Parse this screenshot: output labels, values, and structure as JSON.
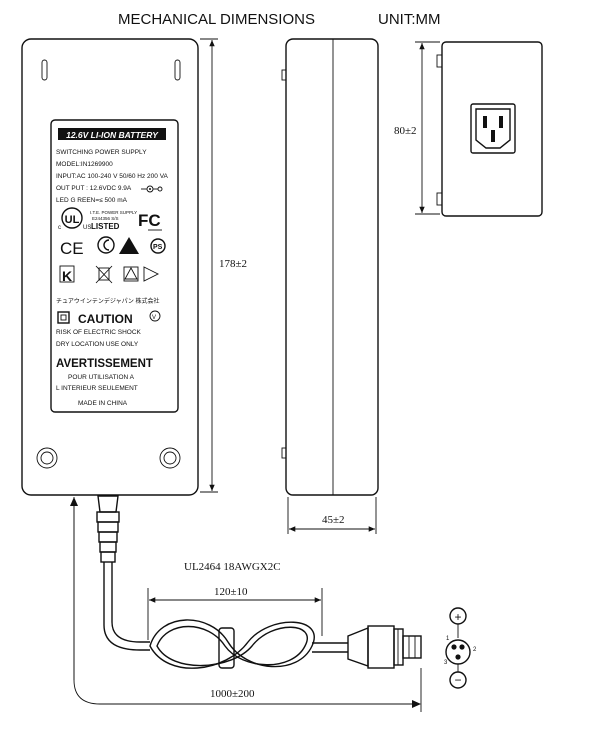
{
  "title": "MECHANICAL DIMENSIONS",
  "unit": "UNIT:MM",
  "label": {
    "banner": "12.6V LI-ION BATTERY",
    "line1": "SWITCHING  POWER SUPPLY",
    "line2": "MODEL:IN1269900",
    "line3": "INPUT:AC 100-240 V 50/60 Hz 200 VA",
    "line4": "OUT PUT : 12.6VDC 9.9A",
    "line5": "LED G REEN=≤ 500 mA",
    "ul_text": "LISTED",
    "it_text": "I.T.E. POWER SUPPLY",
    "it_text2": "E244356 S/S",
    "japanese": "チュアウインテンデジャパン  株式会社",
    "caution": "CAUTION",
    "caution1": "RISK OF ELECTRIC SHOCK",
    "caution2": "DRY LOCATION USE ONLY",
    "avert": "AVERTISSEMENT",
    "avert1": "POUR UTILISATION A",
    "avert2": "L INTERIEUR SEULEMENT",
    "made": "MADE IN CHINA"
  },
  "dimensions": {
    "length": "178±2",
    "thickness": "45±2",
    "width": "80±2",
    "cable_spec": "UL2464 18AWGX2C",
    "segment": "120±10",
    "cable_length": "1000±200"
  },
  "connector": {
    "plus": "+",
    "minus": "−",
    "pin1": "1",
    "pin2": "2",
    "pin3": "3"
  }
}
